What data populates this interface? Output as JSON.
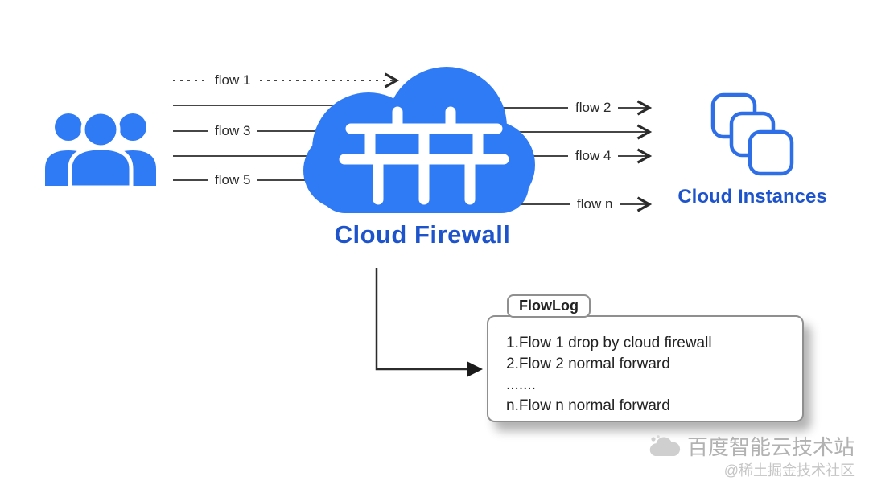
{
  "colors": {
    "primary_blue": "#2F7BF5",
    "title_blue": "#1D53CB",
    "instances_outline_blue": "#2E6FE8",
    "line_dark": "#2B2B2B",
    "box_border_gray": "#8F8F8F",
    "watermark_gray": "#B2B2B2"
  },
  "flows": {
    "left": {
      "flow1": "flow 1",
      "flow3": "flow 3",
      "flow5": "flow 5"
    },
    "right": {
      "flow2": "flow 2",
      "flow4": "flow 4",
      "flown": "flow n"
    }
  },
  "firewall": {
    "title": "Cloud Firewall"
  },
  "instances": {
    "title": "Cloud Instances"
  },
  "flowlog": {
    "tab": "FlowLog",
    "lines": [
      "1.Flow 1 drop by cloud firewall",
      "2.Flow 2 normal forward",
      ".......",
      "n.Flow n normal forward"
    ]
  },
  "watermark": {
    "primary": "百度智能云技术站",
    "secondary": "@稀土掘金技术社区"
  }
}
